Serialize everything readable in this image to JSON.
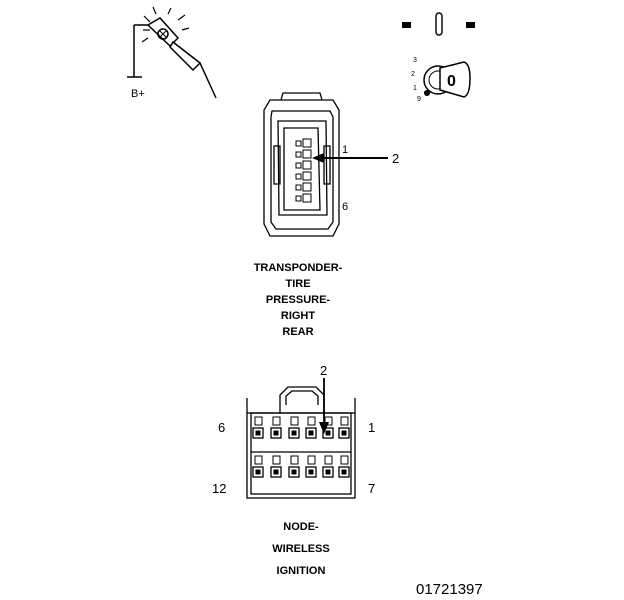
{
  "test_light": {
    "label": "B+"
  },
  "ignition": {
    "positions": [
      "3",
      "2",
      "1",
      "9"
    ],
    "key_label": "0"
  },
  "connector_top": {
    "pin_first": "1",
    "pin_last": "6",
    "callout": "2",
    "name_lines": [
      "TRANSPONDER-",
      "TIRE",
      "PRESSURE-",
      "RIGHT",
      "REAR"
    ]
  },
  "connector_bottom": {
    "pin_top_left": "6",
    "pin_top_right": "1",
    "pin_bottom_left": "12",
    "pin_bottom_right": "7",
    "callout": "2",
    "name_lines": [
      "NODE-",
      "WIRELESS",
      "IGNITION"
    ]
  },
  "figure_id": "01721397"
}
